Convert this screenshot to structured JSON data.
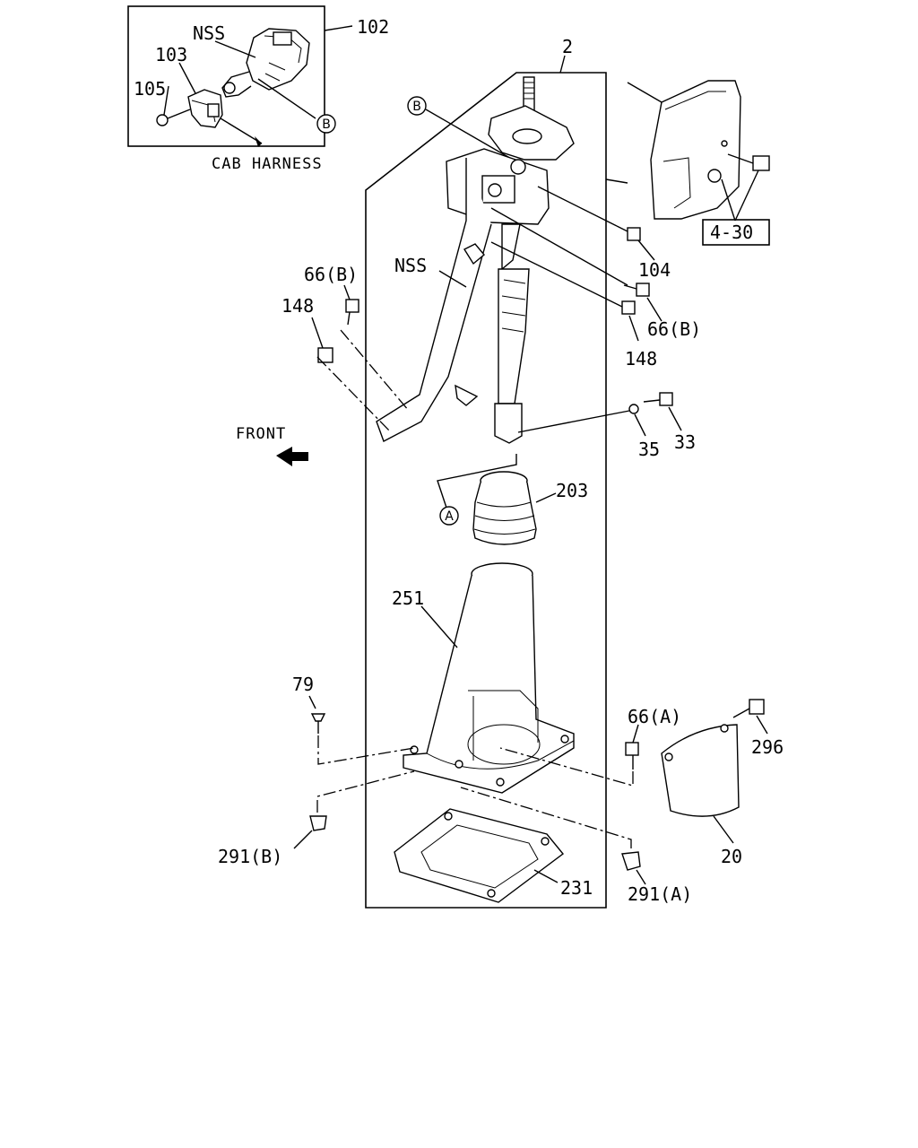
{
  "callouts": {
    "nss_top": "NSS",
    "p102": "102",
    "p103": "103",
    "p105": "105",
    "cab_harness": "CAB HARNESS",
    "p2": "2",
    "p104": "104",
    "p4_30": "4-30",
    "nss_mid": "NSS",
    "p66b_left": "66(B)",
    "p148_left": "148",
    "p66b_right": "66(B)",
    "p148_right": "148",
    "front": "FRONT",
    "p35": "35",
    "p33": "33",
    "p203": "203",
    "p251": "251",
    "p79": "79",
    "p66a": "66(A)",
    "p296": "296",
    "p291b": "291(B)",
    "p291a": "291(A)",
    "p231": "231",
    "p20": "20"
  },
  "markers": {
    "b_top": "B",
    "b_mid": "B",
    "a_mid": "A"
  }
}
